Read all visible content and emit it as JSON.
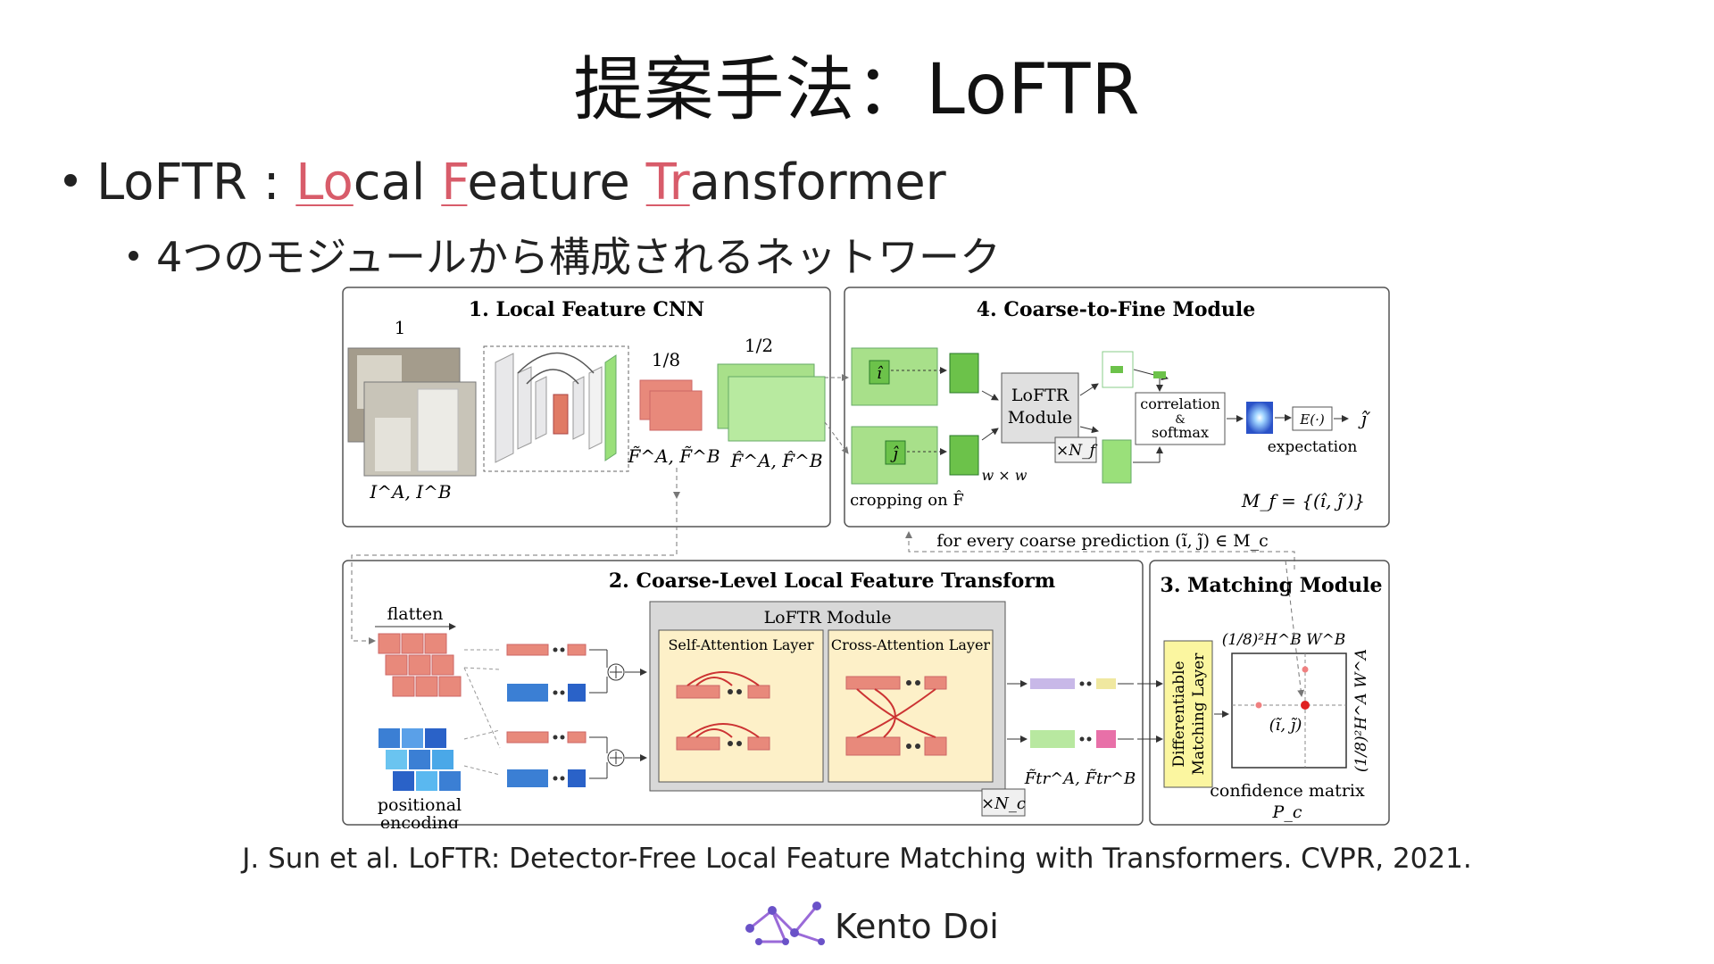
{
  "slide": {
    "title": "提案手法：LoFTR",
    "bullet1_prefix": "LoFTR : ",
    "bullet1_parts": [
      {
        "text": "Lo",
        "hl": true
      },
      {
        "text": "cal ",
        "hl": false
      },
      {
        "text": "F",
        "hl": true
      },
      {
        "text": "eature ",
        "hl": false
      },
      {
        "text": "Tr",
        "hl": true
      },
      {
        "text": "ansformer",
        "hl": false
      }
    ],
    "bullet2": "4つのモジュールから構成されるネットワーク",
    "citation": "J. Sun et al. LoFTR: Detector-Free Local Feature Matching with Transformers. CVPR, 2021.",
    "author": "Kento Doi"
  },
  "colors": {
    "highlight": "#d85c6a",
    "salmon": "#e8897b",
    "green": "#a8e08a",
    "green_dark": "#6cc24a",
    "blue": "#3b7fd4",
    "yellow_panel": "#fdf0c8",
    "yellow_box": "#fbf6a0",
    "match_red": "#e02020"
  },
  "diagram": {
    "panel1_title": "1. Local Feature CNN",
    "panel4_title": "4. Coarse-to-Fine Module",
    "panel2_title": "2. Coarse-Level Local Feature Transform",
    "panel3_title": "3.  Matching Module",
    "scale_1": "1",
    "scale_1_8": "1/8",
    "scale_1_2": "1/2",
    "input_label": "I^A, I^B",
    "coarse_label": "F̃^A, F̃^B",
    "fine_label": "F̂^A, F̂^B",
    "i_hat": "î",
    "j_hat": "ĵ",
    "loftr_module": [
      "LoFTR",
      "Module"
    ],
    "x_nf": "×N_f",
    "w_by_w": "w × w",
    "cropping": "cropping on F̂",
    "corr": [
      "correlation",
      "&",
      "softmax"
    ],
    "expectation": "expectation",
    "e_func": "E(·)",
    "j_hat_prime": "ĵ′",
    "mf": "M_f = {(î, ĵ′)}",
    "for_every": "for every coarse prediction (ĩ, j̃) ∈ M_c",
    "flatten": "flatten",
    "positional": [
      "positional",
      "encoding"
    ],
    "loftr_module_title": "LoFTR Module",
    "self_attn": "Self-Attention Layer",
    "cross_attn": "Cross-Attention Layer",
    "x_nc": "×N_c",
    "ftr_label": "F̃tr^A, F̃tr^B",
    "diff_matching": [
      "Differentiable",
      "Matching Layer"
    ],
    "matrix_top": "(1/8)²H^B W^B",
    "matrix_side": "(1/8)²H^A W^A",
    "ij_tilde": "(ĩ, j̃)",
    "confidence": "confidence matrix",
    "pc": "P_c"
  }
}
